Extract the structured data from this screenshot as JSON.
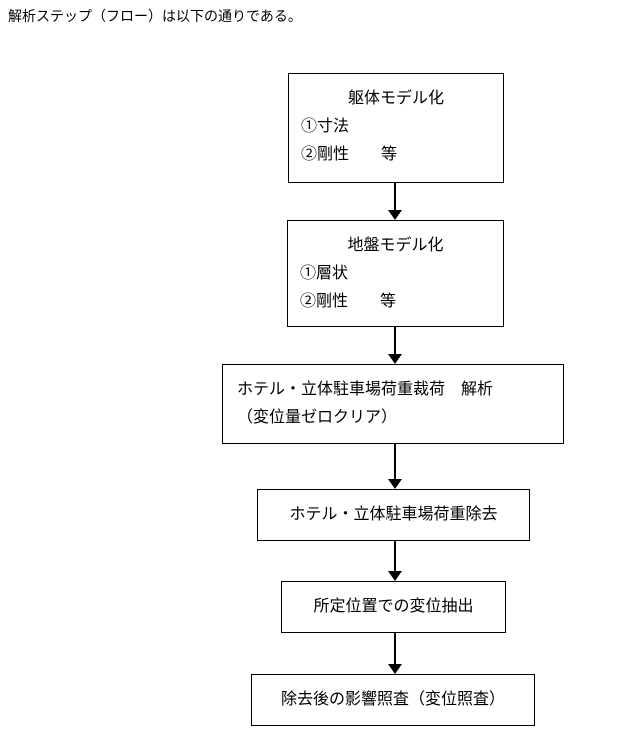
{
  "intro": "解析ステップ（フロー）は以下の通りである。",
  "steps": [
    {
      "title": "躯体モデル化",
      "items": [
        "①寸法",
        "②剛性　　等"
      ]
    },
    {
      "title": "地盤モデル化",
      "items": [
        "①層状",
        "②剛性　　等"
      ]
    },
    {
      "title": "ホテル・立体駐車場荷重裁荷　解析",
      "items": [
        "（変位量ゼロクリア）"
      ]
    },
    {
      "title": "ホテル・立体駐車場荷重除去",
      "items": []
    },
    {
      "title": "所定位置での変位抽出",
      "items": []
    },
    {
      "title": "除去後の影響照査（変位照査）",
      "items": []
    }
  ]
}
